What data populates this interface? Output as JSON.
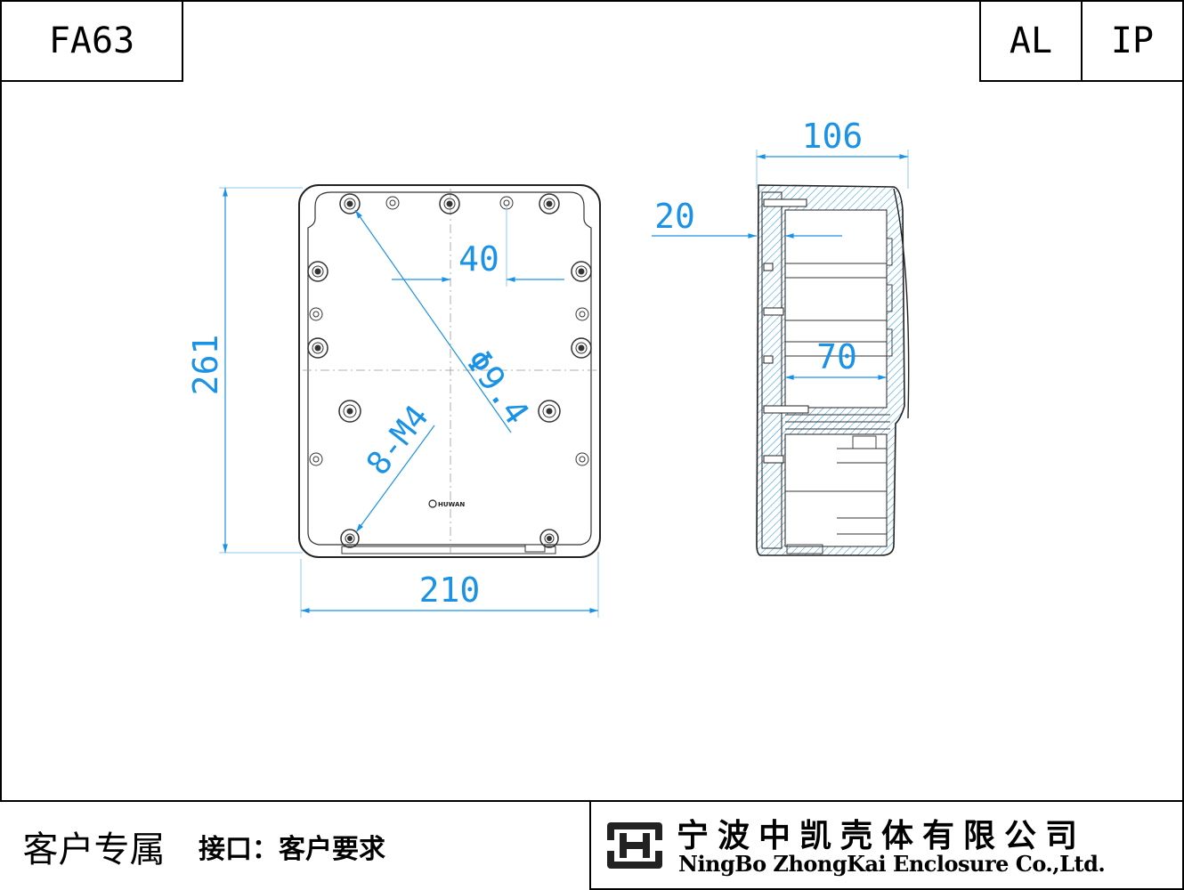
{
  "header": {
    "model": "FA63",
    "material": "AL",
    "rating": "IP"
  },
  "drawing": {
    "front_view": {
      "width_label": "210",
      "height_label": "261",
      "spacing_label": "40",
      "diameter_label": "Φ9.4",
      "screw_label": "8-M4",
      "brand_mark": "HUWAN"
    },
    "side_view": {
      "depth_label": "106",
      "offset_label": "20",
      "inner_label": "70"
    }
  },
  "footer": {
    "category": "客户专属",
    "interface_text": "接口：客户要求",
    "company_cn": "宁波中凯壳体有限公司",
    "company_en": "NingBo ZhongKai Enclosure Co.,Ltd.",
    "logo_icon": "zhongkai-logo-icon"
  },
  "colors": {
    "dimension": "#1a93e6",
    "outline": "#000000"
  }
}
